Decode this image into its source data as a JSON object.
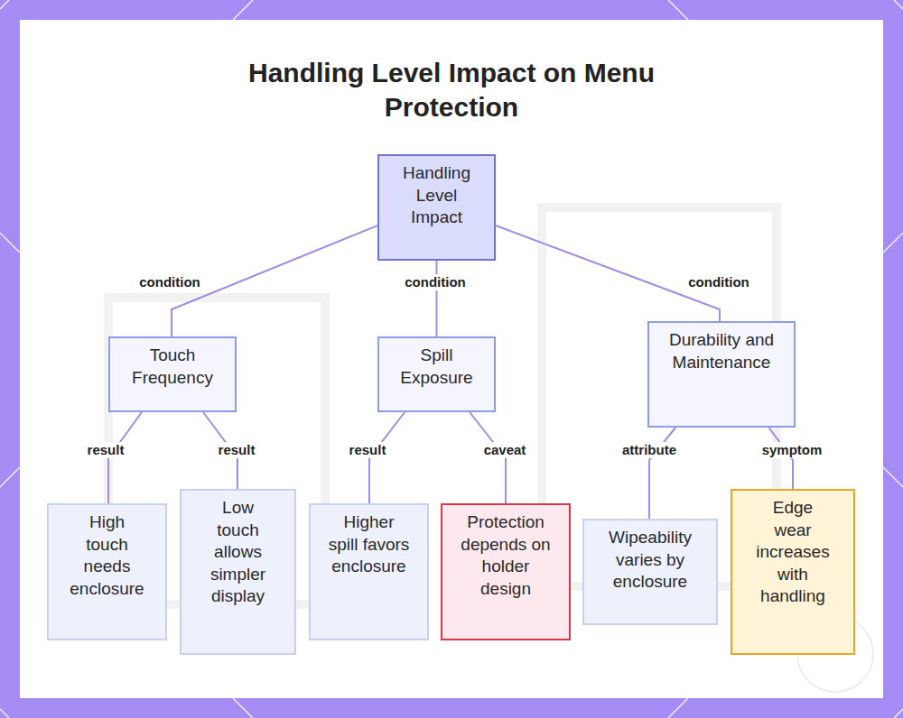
{
  "diagram": {
    "title": "Handling Level Impact on Menu Protection",
    "nodes": [
      {
        "text": [
          "Handling Level Impact"
        ]
      },
      {
        "text": [
          "Touch Frequency"
        ]
      },
      {
        "text": [
          "Spill Exposure"
        ]
      },
      {
        "text": [
          "Durability and Maintenance"
        ]
      },
      {
        "text": [
          "High touch needs enclosure"
        ]
      },
      {
        "text": [
          "Low touch allows simpler display"
        ]
      },
      {
        "text": [
          "Higher spill favors enclosure"
        ]
      },
      {
        "text": [
          "Protection depends on holder design"
        ]
      },
      {
        "text": [
          "Wipeability varies by enclosure"
        ]
      },
      {
        "text": [
          "Edge wear increases with handling"
        ]
      }
    ],
    "edges": [
      {
        "from": 0,
        "to": 1,
        "arrow": "none",
        "label": "condition"
      },
      {
        "from": 0,
        "to": 2,
        "arrow": "none",
        "label": "condition"
      },
      {
        "from": 0,
        "to": 3,
        "arrow": "none",
        "label": "condition"
      },
      {
        "from": 1,
        "to": 4,
        "arrow": "none",
        "label": "result"
      },
      {
        "from": 1,
        "to": 5,
        "arrow": "none",
        "label": "result"
      },
      {
        "from": 2,
        "to": 6,
        "arrow": "none",
        "label": "result"
      },
      {
        "from": 2,
        "to": 7,
        "arrow": "none",
        "label": "caveat"
      },
      {
        "from": 3,
        "to": 8,
        "arrow": "none",
        "label": "attribute"
      },
      {
        "from": 3,
        "to": 9,
        "arrow": "none",
        "label": "symptom"
      }
    ]
  }
}
